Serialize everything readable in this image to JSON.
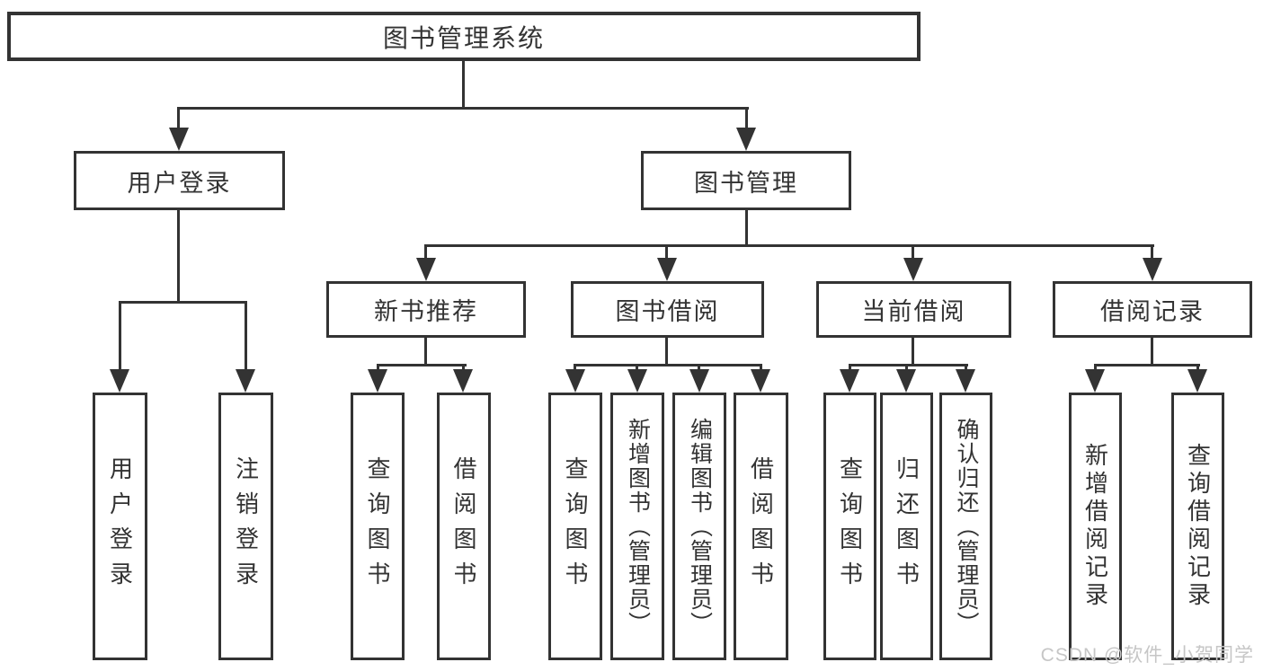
{
  "tree": {
    "root": "图书管理系统",
    "login": {
      "label": "用户登录",
      "user_login": "用户登录",
      "logout": "注销登录"
    },
    "mgmt": {
      "label": "图书管理",
      "new_books": {
        "label": "新书推荐",
        "query": "查询图书",
        "borrow": "借阅图书"
      },
      "borrowing": {
        "label": "图书借阅",
        "query": "查询图书",
        "add": "新增图书（管理员）",
        "edit": "编辑图书（管理员）",
        "borrow": "借阅图书"
      },
      "current": {
        "label": "当前借阅",
        "query": "查询图书",
        "return": "归还图书",
        "confirm": "确认归还（管理员）"
      },
      "records": {
        "label": "借阅记录",
        "add": "新增借阅记录",
        "query": "查询借阅记录"
      }
    }
  },
  "watermark": "CSDN @软件_小贺同学",
  "colors": {
    "line": "#333333",
    "background": "#ffffff",
    "watermark_text": "#c6c6c6"
  }
}
